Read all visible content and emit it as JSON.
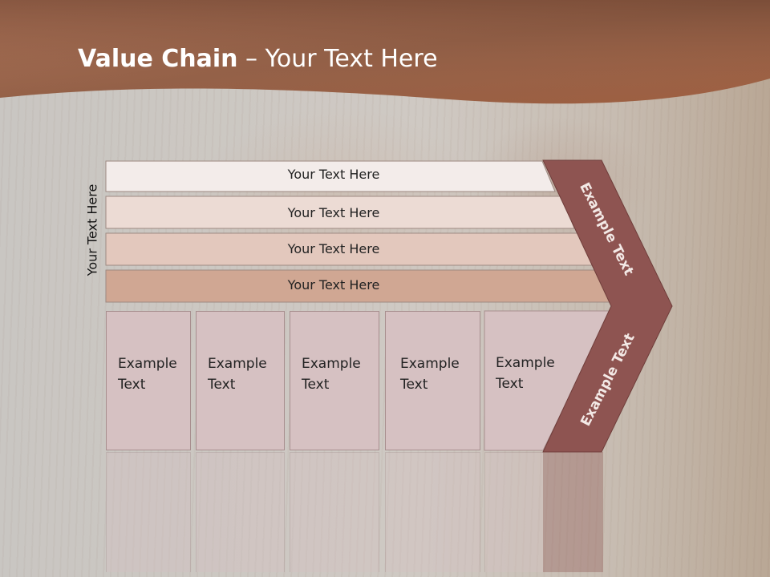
{
  "slide": {
    "title_bold": "Value Chain",
    "title_rest": " – Your Text Here",
    "vertical_label": "Your Text Here"
  },
  "rows": [
    "Your Text Here",
    "Your Text Here",
    "Your Text Here",
    "Your Text Here"
  ],
  "cells": [
    {
      "line1": "Example",
      "line2": "Text"
    },
    {
      "line1": "Example",
      "line2": "Text"
    },
    {
      "line1": "Example",
      "line2": "Text"
    },
    {
      "line1": "Example",
      "line2": "Text"
    },
    {
      "line1": "Example",
      "line2": "Text"
    }
  ],
  "chevron": {
    "upper_label": "Example Text",
    "lower_label": "Example Text"
  },
  "colors": {
    "banner": "#9a5e43",
    "row1": "#f3ecea",
    "row2": "#ecdbd4",
    "row3": "#e2c5b9",
    "row4": "#d0a591",
    "cell": "#d6c1c2",
    "chevron": "#8e5451"
  }
}
